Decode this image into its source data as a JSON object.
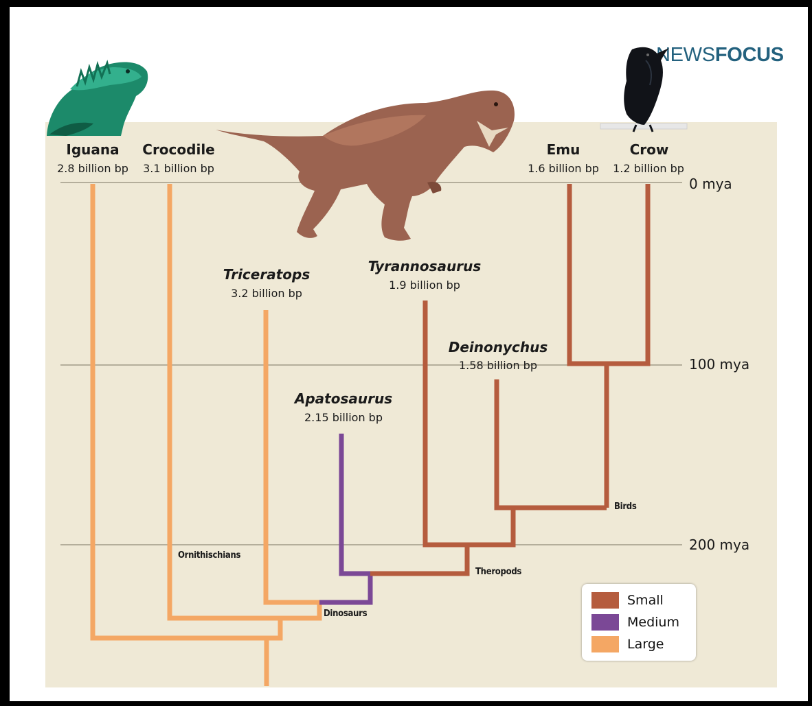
{
  "header": {
    "banner_light": "NEWS",
    "banner_bold": "FOCUS"
  },
  "colors": {
    "small": "#b55c3e",
    "medium": "#7b4896",
    "large": "#f4a764",
    "timeline": "#b4ae9b",
    "panel": "#efe9d6"
  },
  "taxa": [
    {
      "id": "iguana",
      "name": "Iguana",
      "genome": "2.8 billion bp",
      "size_class": "Large",
      "italic": false
    },
    {
      "id": "crocodile",
      "name": "Crocodile",
      "genome": "3.1 billion bp",
      "size_class": "Large",
      "italic": false
    },
    {
      "id": "triceratops",
      "name": "Triceratops",
      "genome": "3.2 billion bp",
      "size_class": "Large",
      "italic": true
    },
    {
      "id": "apatosaurus",
      "name": "Apatosaurus",
      "genome": "2.15 billion bp",
      "size_class": "Medium",
      "italic": true
    },
    {
      "id": "tyrannosaurus",
      "name": "Tyrannosaurus",
      "genome": "1.9 billion bp",
      "size_class": "Small",
      "italic": true
    },
    {
      "id": "deinonychus",
      "name": "Deinonychus",
      "genome": "1.58 billion bp",
      "size_class": "Small",
      "italic": true
    },
    {
      "id": "emu",
      "name": "Emu",
      "genome": "1.6 billion bp",
      "size_class": "Small",
      "italic": false
    },
    {
      "id": "crow",
      "name": "Crow",
      "genome": "1.2 billion bp",
      "size_class": "Small",
      "italic": false
    }
  ],
  "timescale": [
    "0 mya",
    "100 mya",
    "200 mya"
  ],
  "clades": {
    "ornithischians": "Ornithischians",
    "dinosaurs": "Dinosaurs",
    "theropods": "Theropods",
    "birds": "Birds"
  },
  "legend": [
    {
      "label": "Small",
      "color": "#b55c3e"
    },
    {
      "label": "Medium",
      "color": "#7b4896"
    },
    {
      "label": "Large",
      "color": "#f4a764"
    }
  ],
  "illustrations": [
    "iguana",
    "tyrannosaurus",
    "crow"
  ]
}
